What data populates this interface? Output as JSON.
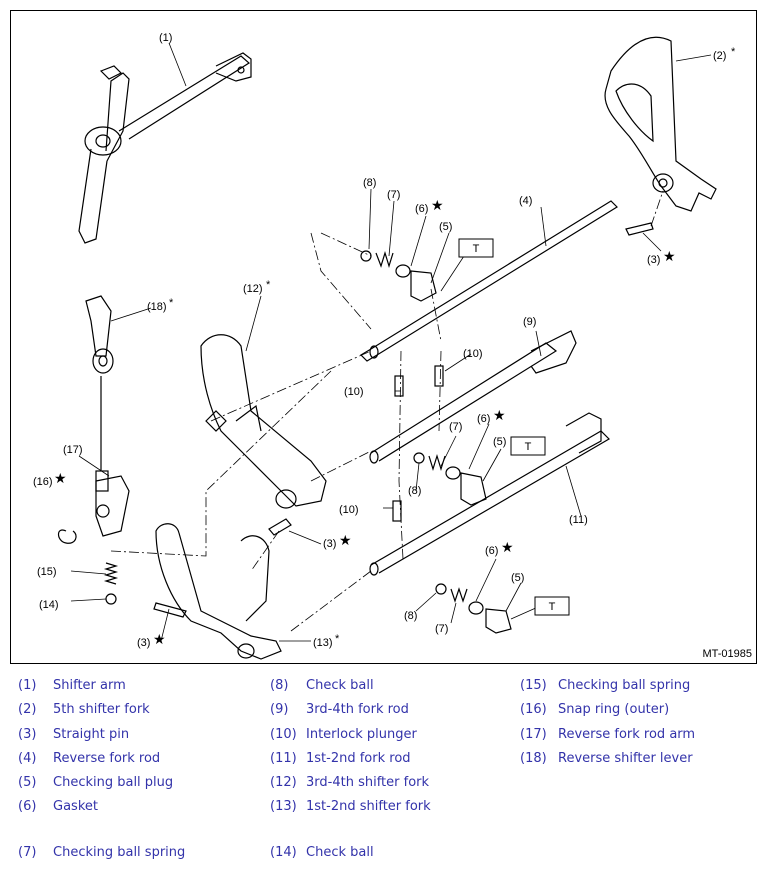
{
  "figure": {
    "id": "MT-01985",
    "callouts": {
      "c1": "(1)",
      "c2": "(2)",
      "c3a": "(3)",
      "c3b": "(3)",
      "c3c": "(3)",
      "c4": "(4)",
      "c5a": "(5)",
      "c5b": "(5)",
      "c5c": "(5)",
      "c6a": "(6)",
      "c6b": "(6)",
      "c6c": "(6)",
      "c7a": "(7)",
      "c7b": "(7)",
      "c7c": "(7)",
      "c8a": "(8)",
      "c8b": "(8)",
      "c8c": "(8)",
      "c9": "(9)",
      "c10a": "(10)",
      "c10b": "(10)",
      "c10c": "(10)",
      "c11": "(11)",
      "c12": "(12)",
      "c13": "(13)",
      "c14": "(14)",
      "c15": "(15)",
      "c16": "(16)",
      "c17": "(17)",
      "c18": "(18)"
    },
    "torque_label": "T",
    "asterisk": "*",
    "star": "★"
  },
  "legend": [
    {
      "num": "(1)",
      "name": "Shifter arm"
    },
    {
      "num": "(2)",
      "name": "5th shifter fork"
    },
    {
      "num": "(3)",
      "name": "Straight pin"
    },
    {
      "num": "(4)",
      "name": "Reverse fork rod"
    },
    {
      "num": "(5)",
      "name": "Checking ball plug"
    },
    {
      "num": "(6)",
      "name": "Gasket"
    },
    {
      "num": "(7)",
      "name": "Checking ball spring"
    },
    {
      "num": "(8)",
      "name": "Check ball"
    },
    {
      "num": "(9)",
      "name": "3rd-4th fork rod"
    },
    {
      "num": "(10)",
      "name": "Interlock plunger"
    },
    {
      "num": "(11)",
      "name": "1st-2nd fork rod"
    },
    {
      "num": "(12)",
      "name": "3rd-4th shifter fork"
    },
    {
      "num": "(13)",
      "name": "1st-2nd shifter fork"
    },
    {
      "num": "(14)",
      "name": "Check ball"
    },
    {
      "num": "(15)",
      "name": "Checking ball spring"
    },
    {
      "num": "(16)",
      "name": "Snap ring (outer)"
    },
    {
      "num": "(17)",
      "name": "Reverse fork rod arm"
    },
    {
      "num": "(18)",
      "name": "Reverse shifter lever"
    }
  ]
}
